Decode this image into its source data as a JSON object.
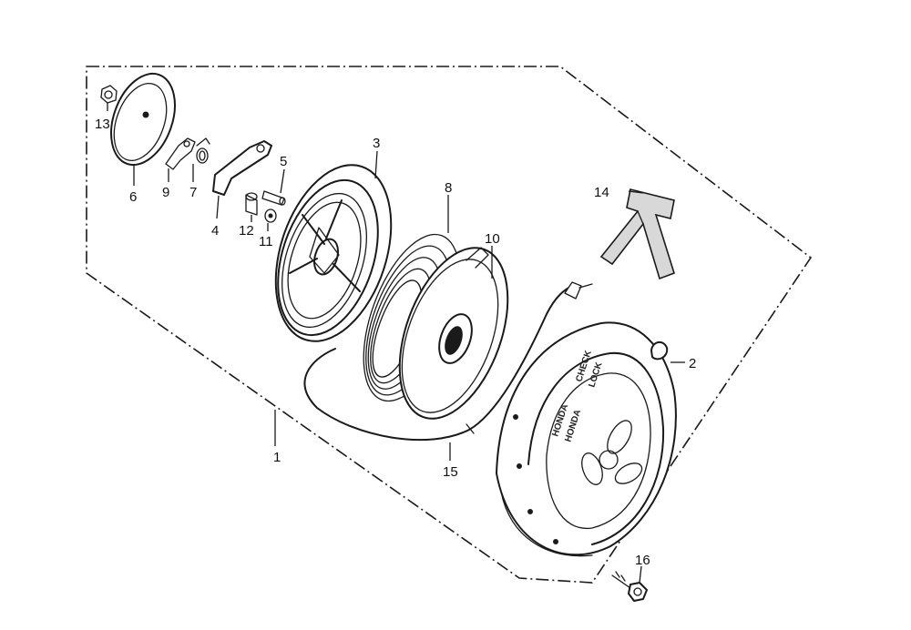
{
  "labels": {
    "p1": "1",
    "p2": "2",
    "p3": "3",
    "p4": "4",
    "p5": "5",
    "p6": "6",
    "p7": "7",
    "p8": "8",
    "p9": "9",
    "p10": "10",
    "p11": "11",
    "p12": "12",
    "p13": "13",
    "p14": "14",
    "p15": "15",
    "p16": "16"
  },
  "cover_stamps": {
    "line1": "HONDA",
    "line2": "HONDA",
    "line3": "CHECK",
    "line4": "LOCK"
  }
}
